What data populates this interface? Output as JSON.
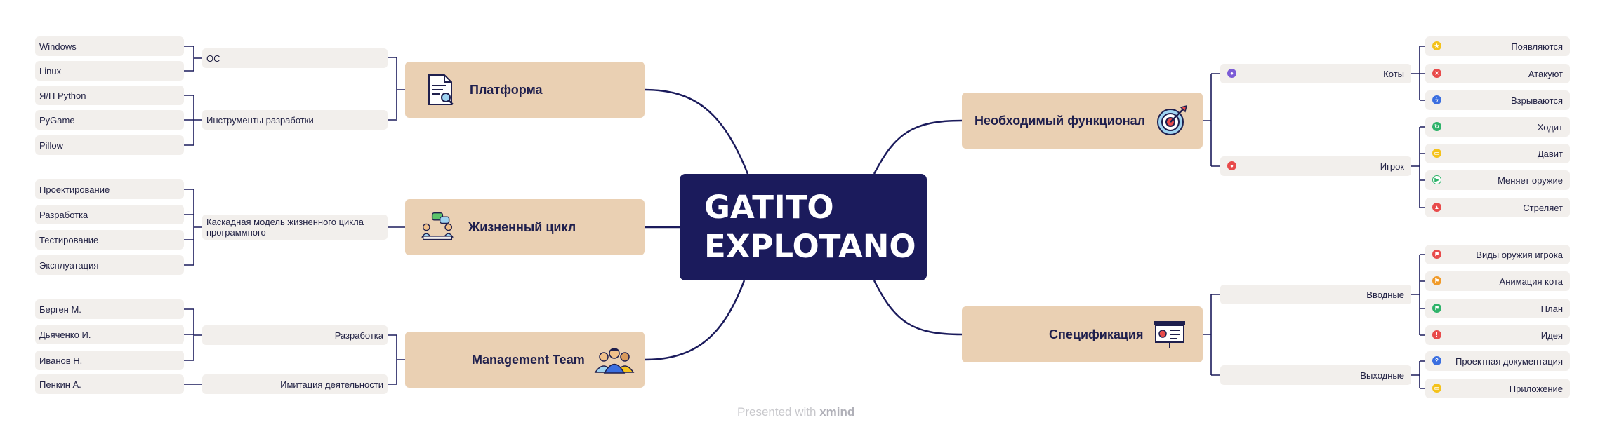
{
  "central": {
    "line1": "GATITO",
    "line2": "EXPLOTANO"
  },
  "left": {
    "platform": {
      "title": "Платформа",
      "icon": "document-search-icon",
      "groups": [
        {
          "label": "ОС",
          "leaves": [
            "Windows",
            "Linux"
          ]
        },
        {
          "label": "Инструменты разработки",
          "leaves": [
            "Я/П Python",
            "PyGame",
            "Pillow"
          ]
        }
      ]
    },
    "lifecycle": {
      "title": "Жизненный цикл",
      "icon": "team-meeting-icon",
      "groups": [
        {
          "label_line1": "Каскадная модель жизненного цикла",
          "label_line2": "программного",
          "leaves": [
            "Проектирование",
            "Разработка",
            "Тестирование",
            "Эксплуатация"
          ]
        }
      ]
    },
    "team": {
      "title": "Management Team",
      "icon": "people-group-icon",
      "groups": [
        {
          "label": "Разработка",
          "leaves": [
            "Берген М.",
            "Дьяченко И.",
            "Иванов Н."
          ]
        },
        {
          "label": "Имитация деятельности",
          "leaves": [
            "Пенкин А."
          ]
        }
      ]
    }
  },
  "right": {
    "functionality": {
      "title": "Необходимый функционал",
      "icon": "target-icon",
      "groups": [
        {
          "label": "Коты",
          "color": "#7c5cd6",
          "leaves": [
            {
              "text": "Появляются",
              "color": "#f4c21b"
            },
            {
              "text": "Атакуют",
              "color": "#e84b4b"
            },
            {
              "text": "Взрываются",
              "color": "#3b6fe0"
            }
          ]
        },
        {
          "label": "Игрок",
          "color": "#e84b4b",
          "leaves": [
            {
              "text": "Ходит",
              "color": "#2fb36a"
            },
            {
              "text": "Давит",
              "color": "#f4c21b"
            },
            {
              "text": "Меняет оружие",
              "color": "#2fb36a"
            },
            {
              "text": "Стреляет",
              "color": "#e84b4b"
            }
          ]
        }
      ]
    },
    "spec": {
      "title": "Спецификация",
      "icon": "presentation-board-icon",
      "groups": [
        {
          "label": "Вводные",
          "leaves": [
            {
              "text": "Виды оружия игрока",
              "color": "#e84b4b"
            },
            {
              "text": "Анимация кота",
              "color": "#f09a2a"
            },
            {
              "text": "План",
              "color": "#2fb36a"
            },
            {
              "text": "Идея",
              "color": "#e84b4b"
            }
          ]
        },
        {
          "label": "Выходные",
          "leaves": [
            {
              "text": "Проектная документация",
              "color": "#3b6fe0"
            },
            {
              "text": "Приложение",
              "color": "#f4c21b"
            }
          ]
        }
      ]
    }
  },
  "footer": {
    "prefix": "Presented with",
    "brand": "xmind"
  }
}
